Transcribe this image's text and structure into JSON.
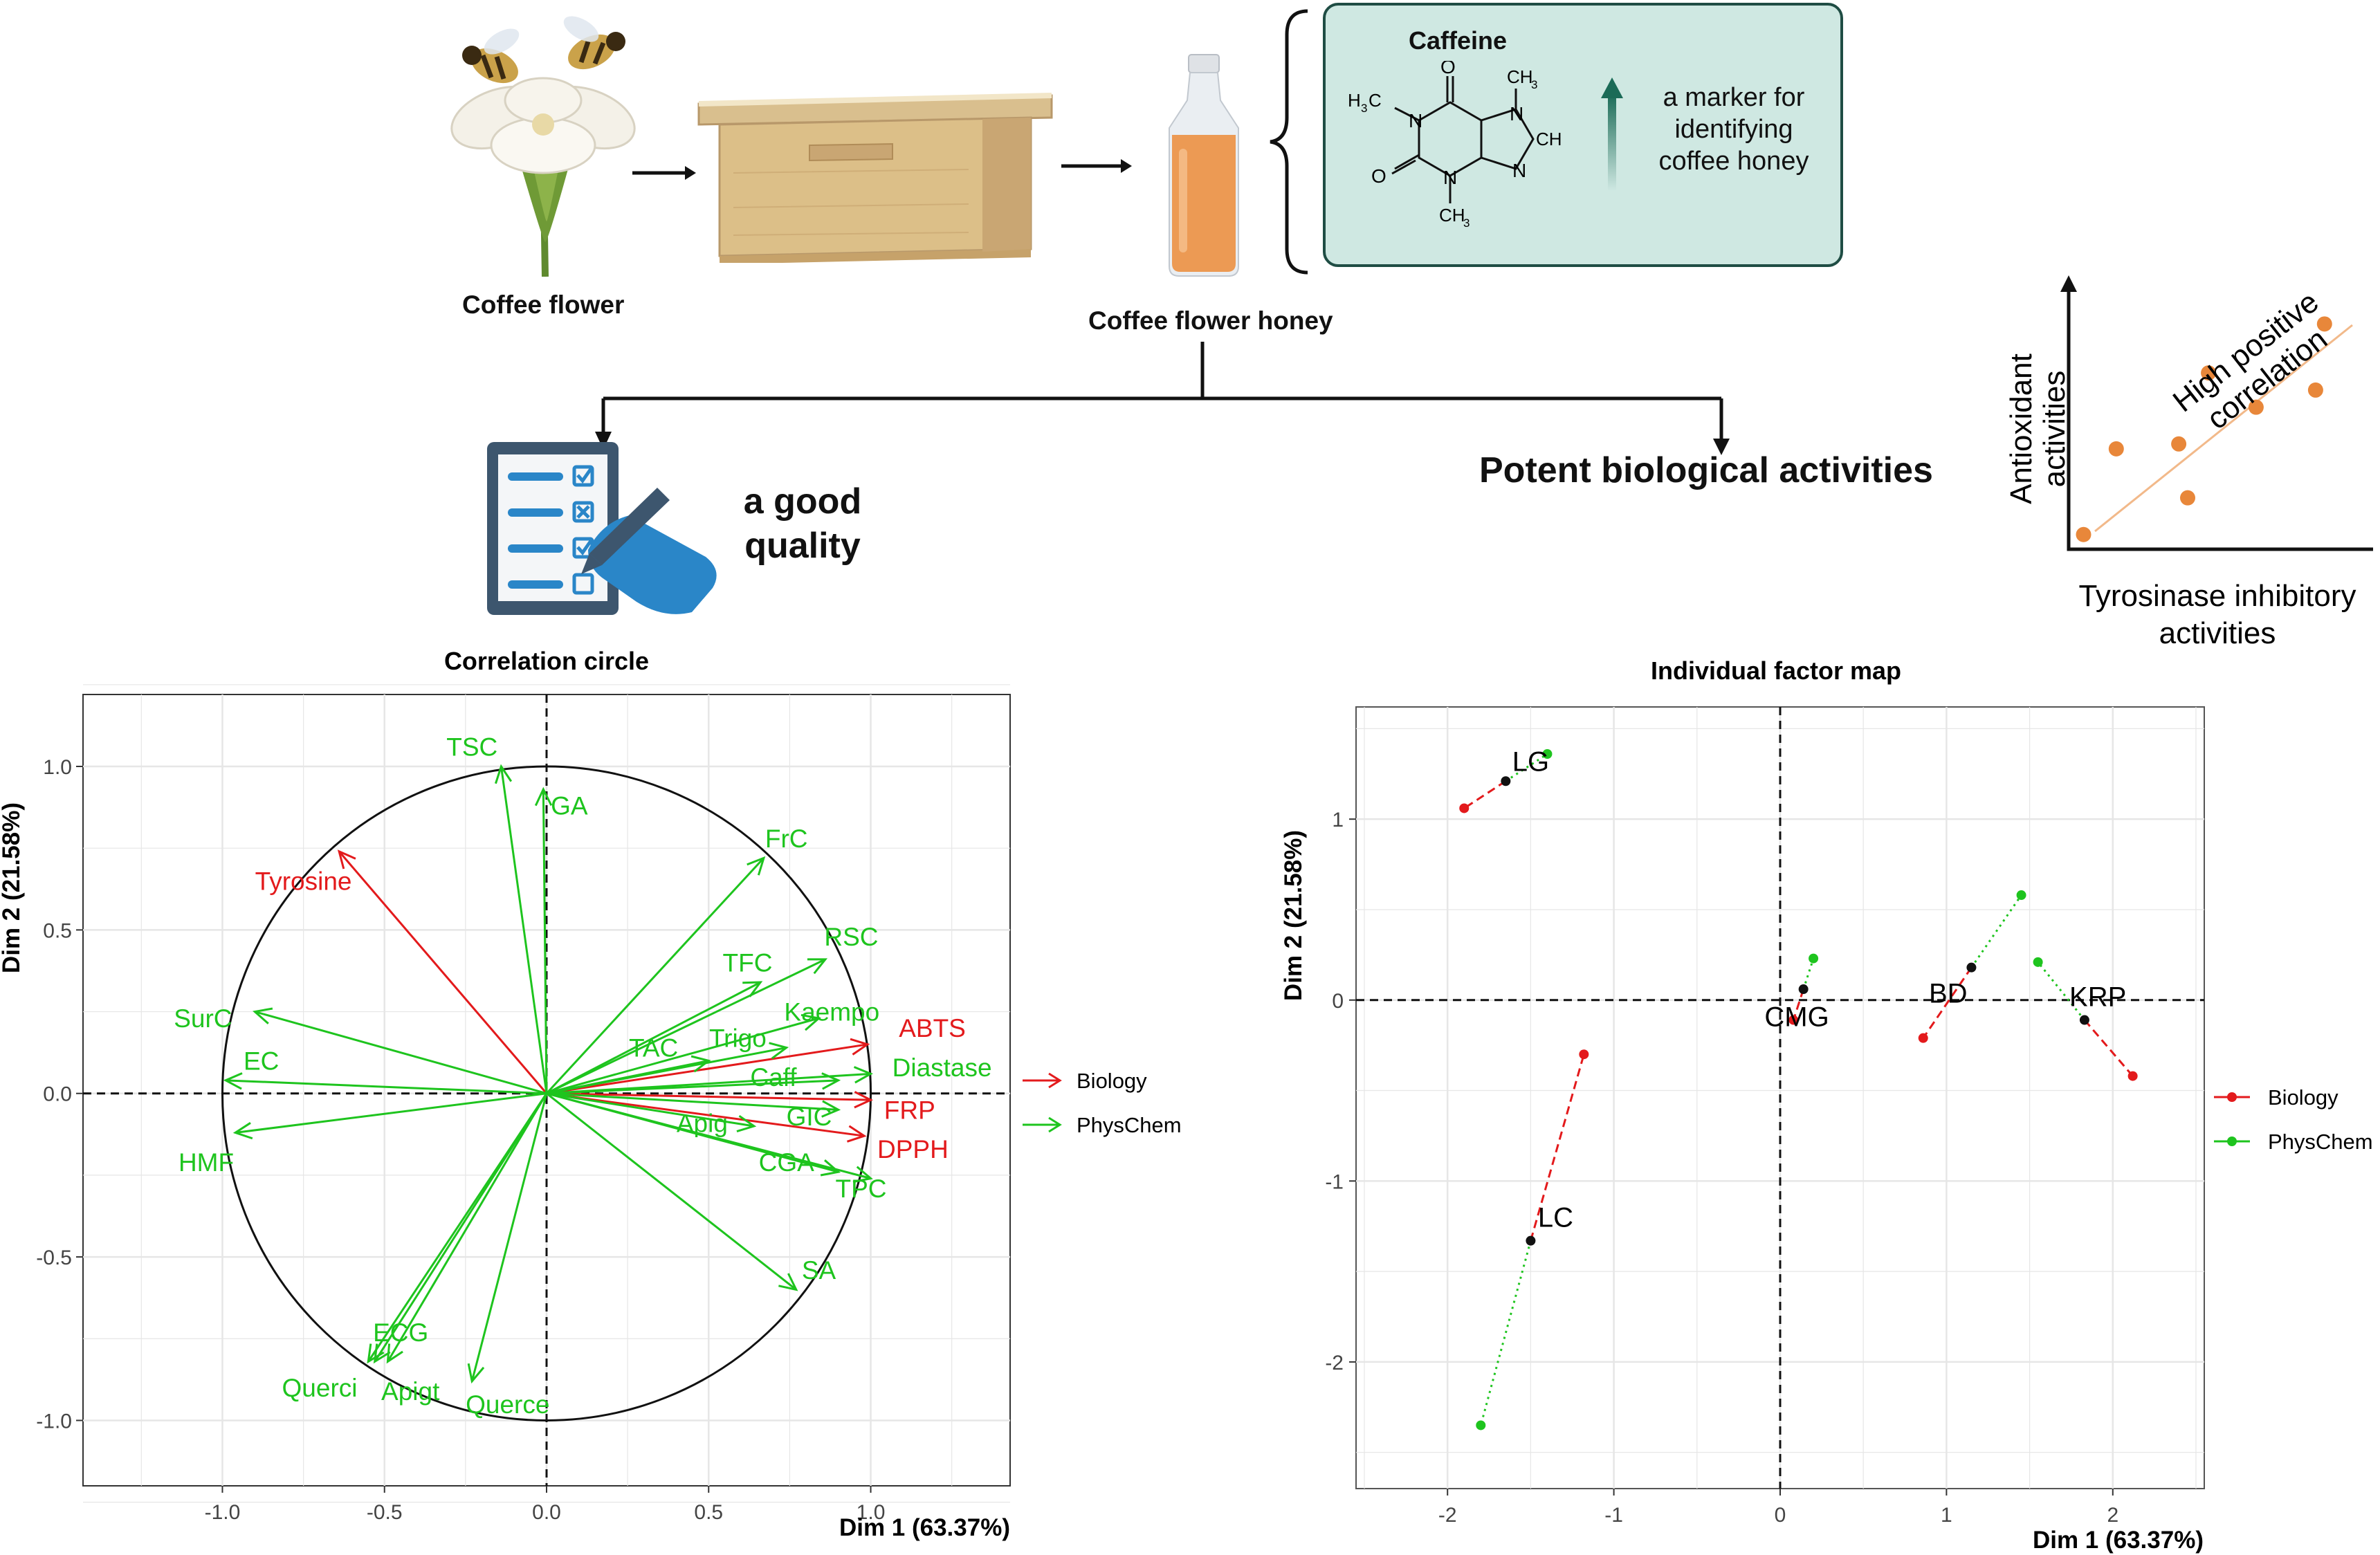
{
  "infographic": {
    "coffee_flower_label": "Coffee flower",
    "coffee_honey_label": "Coffee flower honey",
    "caffeine": {
      "title": "Caffeine",
      "marker_text": [
        "a marker for",
        "identifying",
        "coffee honey"
      ],
      "formula_labels": {
        "o_top": "O",
        "ch3_top": "CH",
        "sub3": "3",
        "h3c": "H",
        "c_left": "C",
        "n1": "N",
        "n7": "N",
        "ch": "CH",
        "o_left": "O",
        "n3": "N",
        "n9": "N",
        "ch3_bottom": "CH"
      }
    },
    "good_quality": [
      "a good",
      "quality"
    ],
    "potent_activities": "Potent biological activities",
    "scatter_inset": {
      "y_label": [
        "Antioxidant",
        "activities"
      ],
      "x_label": [
        "Tyrosinase inhibitory",
        "activities"
      ],
      "annotation": [
        "High positive",
        "correlation"
      ],
      "point_color": "#e8873a",
      "line_color": "#f2b98a"
    }
  },
  "colors": {
    "biology": "#e31a1c",
    "physchem": "#1ec41e",
    "circle": "#111111",
    "grid": "#e6e6e6",
    "teal_dark": "#1f4d44",
    "teal_light": "#cfe8e2",
    "arrow_teal": "#1b6b57"
  },
  "chart_data": [
    {
      "type": "scatter",
      "subtype": "pca-correlation-circle",
      "title": "Correlation circle",
      "xlabel": "Dim 1 (63.37%)",
      "ylabel": "Dim 2 (21.58%)",
      "xlim": [
        -1.43,
        1.43
      ],
      "ylim": [
        -1.2,
        1.22
      ],
      "xticks": [
        -1.0,
        -0.5,
        0.0,
        0.5,
        1.0
      ],
      "xtick_labels": [
        "-1.0",
        "-0.5",
        "0.0",
        "0.5",
        "1.0"
      ],
      "yticks": [
        -1.0,
        -0.5,
        0.0,
        0.5,
        1.0
      ],
      "ytick_labels": [
        "-1.0",
        "-0.5",
        "0.0",
        "0.5",
        "1.0"
      ],
      "grid": true,
      "legend": {
        "position": "right",
        "entries": [
          "Biology",
          "PhysChem"
        ]
      },
      "vectors": [
        {
          "name": "Tyrosine",
          "group": "Biology",
          "x": -0.64,
          "y": 0.74,
          "lx": -0.75,
          "ly": 0.65
        },
        {
          "name": "ABTS",
          "group": "Biology",
          "x": 0.99,
          "y": 0.15,
          "lx": 1.19,
          "ly": 0.2
        },
        {
          "name": "FRP",
          "group": "Biology",
          "x": 1.0,
          "y": -0.02,
          "lx": 1.12,
          "ly": -0.05
        },
        {
          "name": "DPPH",
          "group": "Biology",
          "x": 0.98,
          "y": -0.13,
          "lx": 1.13,
          "ly": -0.17
        },
        {
          "name": "TSC",
          "group": "PhysChem",
          "x": -0.14,
          "y": 1.0,
          "lx": -0.23,
          "ly": 1.06
        },
        {
          "name": "GA",
          "group": "PhysChem",
          "x": -0.01,
          "y": 0.93,
          "lx": 0.07,
          "ly": 0.88
        },
        {
          "name": "FrC",
          "group": "PhysChem",
          "x": 0.67,
          "y": 0.72,
          "lx": 0.74,
          "ly": 0.78
        },
        {
          "name": "RSC",
          "group": "PhysChem",
          "x": 0.86,
          "y": 0.41,
          "lx": 0.94,
          "ly": 0.48
        },
        {
          "name": "TFC",
          "group": "PhysChem",
          "x": 0.66,
          "y": 0.34,
          "lx": 0.62,
          "ly": 0.4
        },
        {
          "name": "Kaempo",
          "group": "PhysChem",
          "x": 0.84,
          "y": 0.23,
          "lx": 0.88,
          "ly": 0.25
        },
        {
          "name": "Trigo",
          "group": "PhysChem",
          "x": 0.74,
          "y": 0.14,
          "lx": 0.59,
          "ly": 0.17
        },
        {
          "name": "TAC",
          "group": "PhysChem",
          "x": 0.5,
          "y": 0.1,
          "lx": 0.33,
          "ly": 0.14
        },
        {
          "name": "Diastase",
          "group": "PhysChem",
          "x": 1.0,
          "y": 0.06,
          "lx": 1.22,
          "ly": 0.08
        },
        {
          "name": "Caff",
          "group": "PhysChem",
          "x": 0.9,
          "y": 0.04,
          "lx": 0.7,
          "ly": 0.05
        },
        {
          "name": "GIC",
          "group": "PhysChem",
          "x": 0.9,
          "y": -0.05,
          "lx": 0.81,
          "ly": -0.07
        },
        {
          "name": "Apig",
          "group": "PhysChem",
          "x": 0.64,
          "y": -0.1,
          "lx": 0.48,
          "ly": -0.09
        },
        {
          "name": "CGA",
          "group": "PhysChem",
          "x": 0.9,
          "y": -0.24,
          "lx": 0.74,
          "ly": -0.21
        },
        {
          "name": "TPC",
          "group": "PhysChem",
          "x": 1.0,
          "y": -0.26,
          "lx": 0.97,
          "ly": -0.29
        },
        {
          "name": "SA",
          "group": "PhysChem",
          "x": 0.77,
          "y": -0.6,
          "lx": 0.84,
          "ly": -0.54
        },
        {
          "name": "SurC",
          "group": "PhysChem",
          "x": -0.9,
          "y": 0.25,
          "lx": -1.06,
          "ly": 0.23
        },
        {
          "name": "EC",
          "group": "PhysChem",
          "x": -0.99,
          "y": 0.04,
          "lx": -0.88,
          "ly": 0.1
        },
        {
          "name": "HMF",
          "group": "PhysChem",
          "x": -0.96,
          "y": -0.12,
          "lx": -1.05,
          "ly": -0.21
        },
        {
          "name": "ECG",
          "group": "PhysChem",
          "x": -0.55,
          "y": -0.82,
          "lx": -0.45,
          "ly": -0.73
        },
        {
          "name": "Querci",
          "group": "PhysChem",
          "x": -0.53,
          "y": -0.82,
          "lx": -0.7,
          "ly": -0.9
        },
        {
          "name": "Apigt",
          "group": "PhysChem",
          "x": -0.49,
          "y": -0.82,
          "lx": -0.42,
          "ly": -0.91
        },
        {
          "name": "Querce",
          "group": "PhysChem",
          "x": -0.23,
          "y": -0.88,
          "lx": -0.12,
          "ly": -0.95
        }
      ]
    },
    {
      "type": "scatter",
      "subtype": "pca-individual-factor-map",
      "title": "Individual factor map",
      "xlabel": "Dim 1 (63.37%)",
      "ylabel": "Dim 2 (21.58%)",
      "xlim": [
        -2.55,
        2.55
      ],
      "ylim": [
        -2.7,
        1.62
      ],
      "xticks": [
        -2,
        -1,
        0,
        1,
        2
      ],
      "xtick_labels": [
        "-2",
        "-1",
        "0",
        "1",
        "2"
      ],
      "yticks": [
        -2,
        -1,
        0,
        1
      ],
      "ytick_labels": [
        "-2",
        "-1",
        "0",
        "1"
      ],
      "grid": true,
      "legend": {
        "position": "right",
        "entries": [
          "Biology",
          "PhysChem"
        ]
      },
      "individuals": [
        {
          "name": "LG",
          "x": -1.65,
          "y": 1.21,
          "biology": [
            -1.9,
            1.06
          ],
          "physchem": [
            -1.4,
            1.36
          ],
          "lx": -1.5,
          "ly": 1.32
        },
        {
          "name": "LC",
          "x": -1.5,
          "y": -1.33,
          "biology": [
            -1.18,
            -0.3
          ],
          "physchem": [
            -1.8,
            -2.35
          ],
          "lx": -1.35,
          "ly": -1.2
        },
        {
          "name": "CMG",
          "x": 0.14,
          "y": 0.06,
          "biology": [
            0.08,
            -0.11
          ],
          "physchem": [
            0.2,
            0.23
          ],
          "lx": 0.1,
          "ly": -0.09
        },
        {
          "name": "BD",
          "x": 1.15,
          "y": 0.18,
          "biology": [
            0.86,
            -0.21
          ],
          "physchem": [
            1.45,
            0.58
          ],
          "lx": 1.01,
          "ly": 0.04
        },
        {
          "name": "KRP",
          "x": 1.83,
          "y": -0.11,
          "biology": [
            2.12,
            -0.42
          ],
          "physchem": [
            1.55,
            0.21
          ],
          "lx": 1.91,
          "ly": 0.02
        }
      ]
    },
    {
      "type": "scatter",
      "subtype": "schematic-correlation-inset",
      "points": [
        [
          0.05,
          0.06
        ],
        [
          0.16,
          0.41
        ],
        [
          0.37,
          0.43
        ],
        [
          0.4,
          0.21
        ],
        [
          0.47,
          0.72
        ],
        [
          0.63,
          0.58
        ],
        [
          0.83,
          0.65
        ],
        [
          0.86,
          0.92
        ]
      ]
    }
  ]
}
